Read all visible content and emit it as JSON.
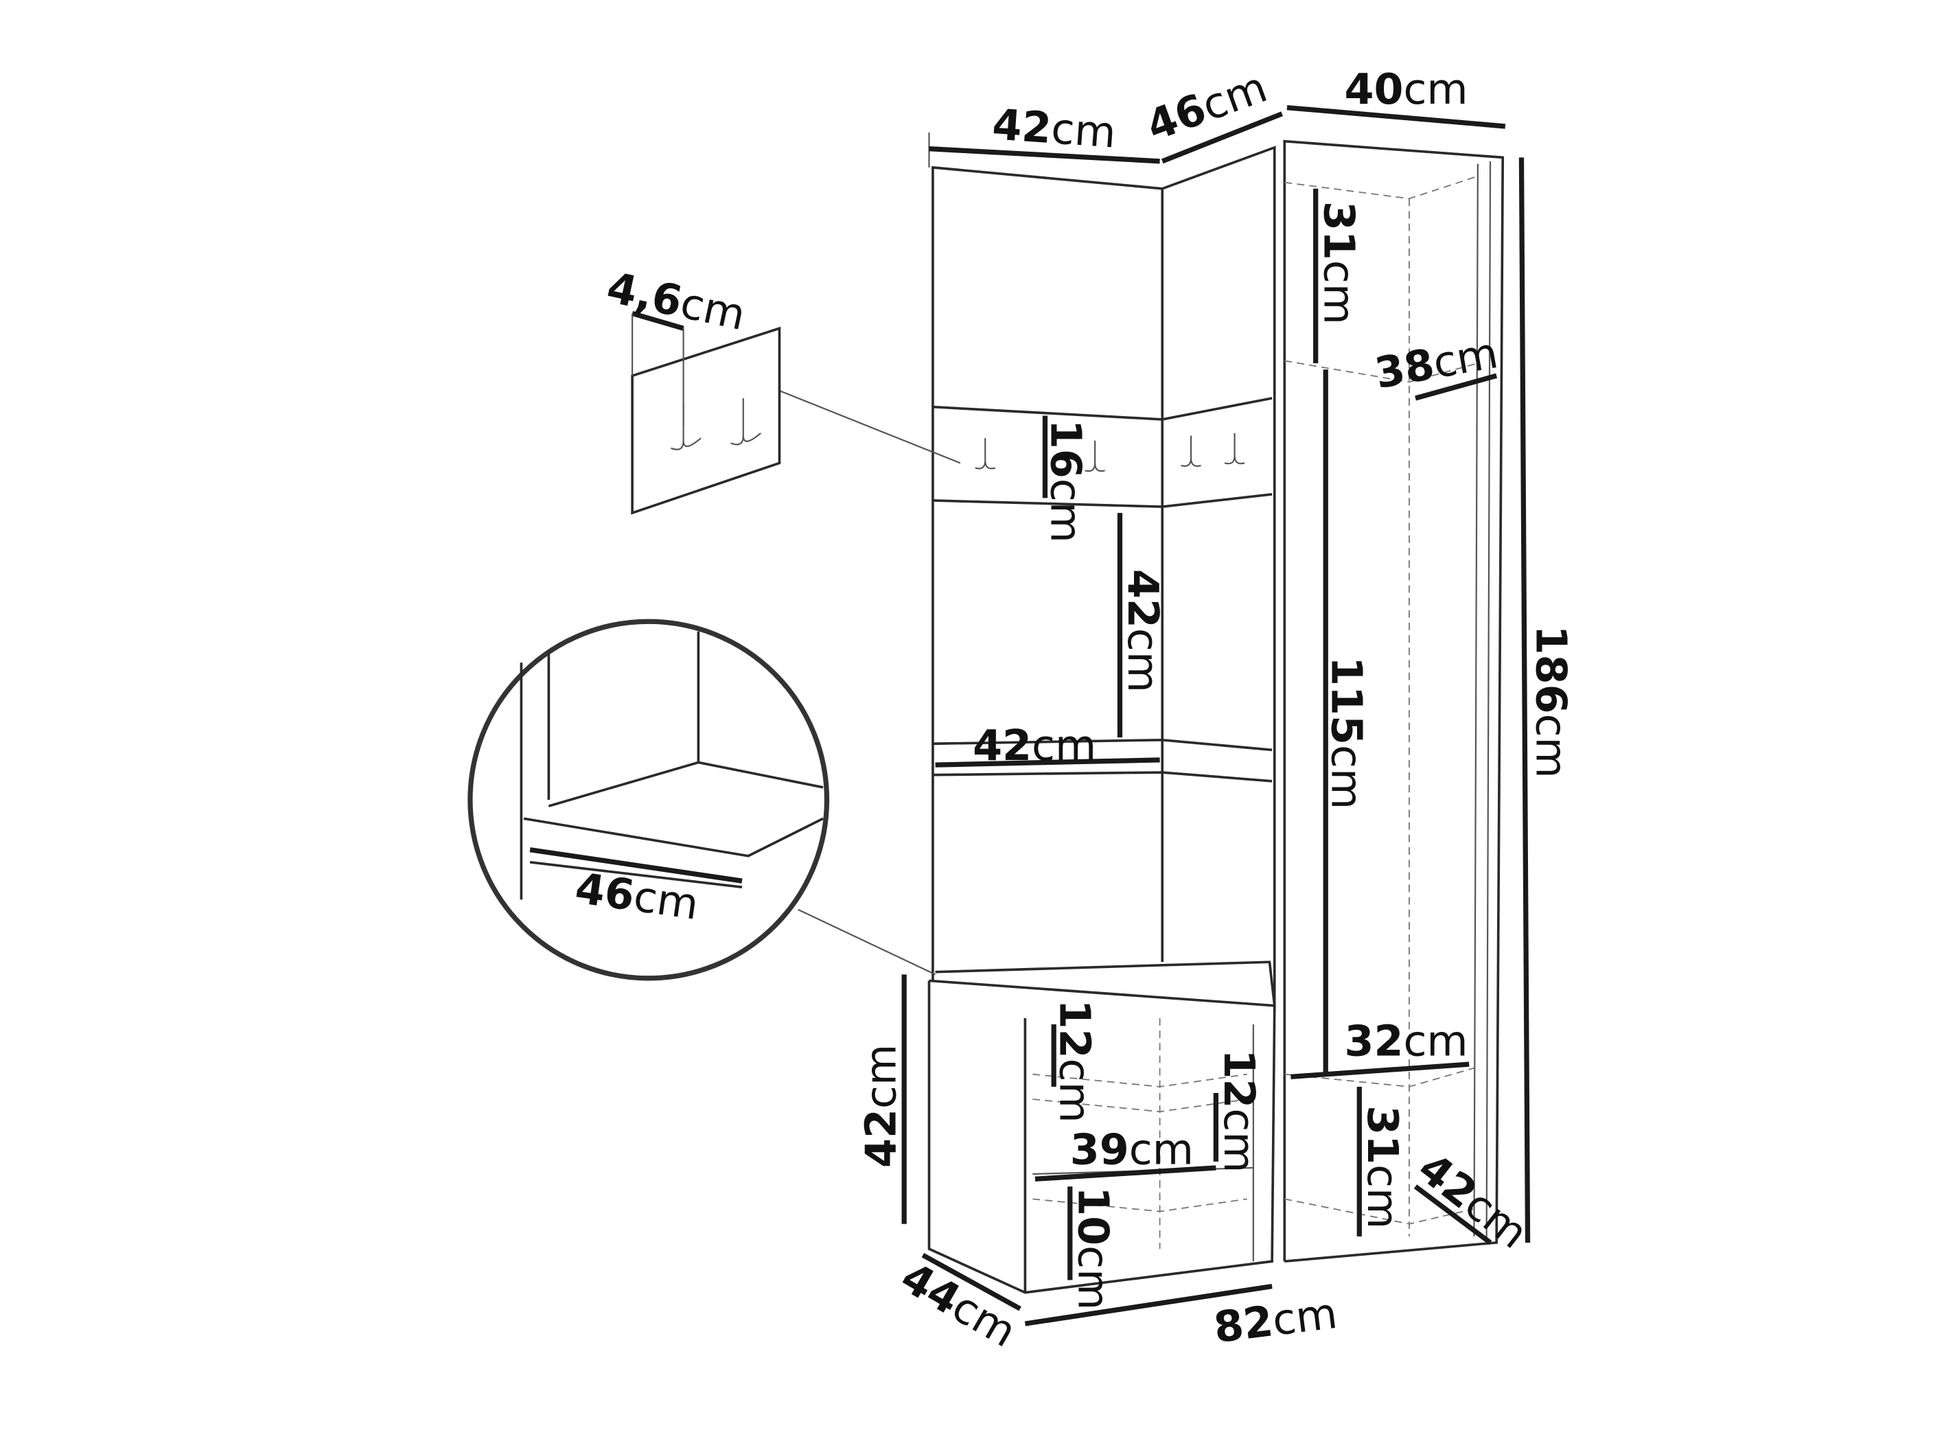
{
  "labels": {
    "top_left_width": {
      "value": "42",
      "unit": "cm"
    },
    "top_corner_width": {
      "value": "46",
      "unit": "cm"
    },
    "top_right_width": {
      "value": "40",
      "unit": "cm"
    },
    "hook_depth": {
      "value": "4,6",
      "unit": "cm"
    },
    "upper_shelf_height": {
      "value": "31",
      "unit": "cm"
    },
    "rail_width": {
      "value": "38",
      "unit": "cm"
    },
    "hook_panel_height": {
      "value": "16",
      "unit": "cm"
    },
    "niche_height": {
      "value": "42",
      "unit": "cm"
    },
    "shelf_width": {
      "value": "42",
      "unit": "cm"
    },
    "total_height": {
      "value": "186",
      "unit": "cm"
    },
    "hanging_height": {
      "value": "115",
      "unit": "cm"
    },
    "seat_depth_detail": {
      "value": "46",
      "unit": "cm"
    },
    "bench_top_compartment": {
      "value": "12",
      "unit": "cm"
    },
    "bench_right_compartment": {
      "value": "12",
      "unit": "cm"
    },
    "lower_shelf_width": {
      "value": "32",
      "unit": "cm"
    },
    "bench_height": {
      "value": "42",
      "unit": "cm"
    },
    "bench_shelf_width": {
      "value": "39",
      "unit": "cm"
    },
    "lower_compartment_height": {
      "value": "31",
      "unit": "cm"
    },
    "right_depth": {
      "value": "42",
      "unit": "cm"
    },
    "bench_bottom_compartment": {
      "value": "10",
      "unit": "cm"
    },
    "bench_depth": {
      "value": "44",
      "unit": "cm"
    },
    "bench_width": {
      "value": "82",
      "unit": "cm"
    }
  }
}
